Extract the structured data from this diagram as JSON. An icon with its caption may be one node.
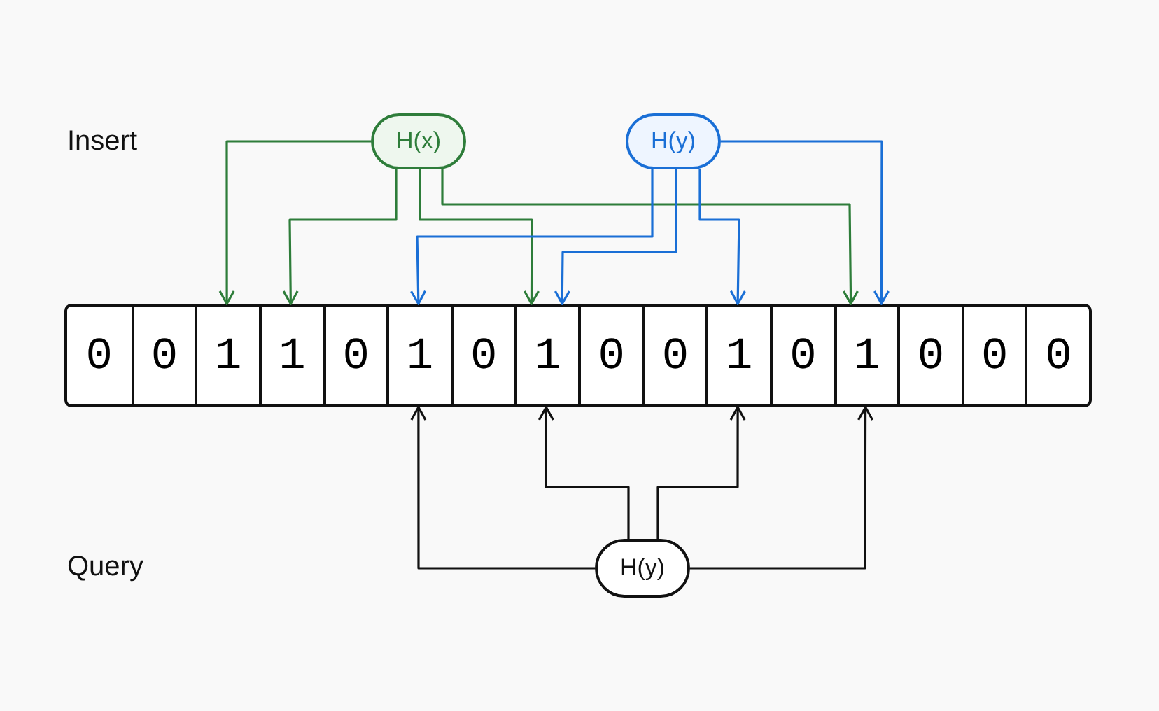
{
  "diagram": {
    "nodes": [
      {
        "text": [
          "H(x)"
        ]
      },
      {
        "text": [
          "H(y)"
        ]
      },
      {
        "text": [
          "0"
        ]
      },
      {
        "text": [
          "0"
        ]
      },
      {
        "text": [
          "1"
        ]
      },
      {
        "text": [
          "1"
        ]
      },
      {
        "text": [
          "0"
        ]
      },
      {
        "text": [
          "1"
        ]
      },
      {
        "text": [
          "0"
        ]
      },
      {
        "text": [
          "1"
        ]
      },
      {
        "text": [
          "0"
        ]
      },
      {
        "text": [
          "0"
        ]
      },
      {
        "text": [
          "1"
        ]
      },
      {
        "text": [
          "0"
        ]
      },
      {
        "text": [
          "1"
        ]
      },
      {
        "text": [
          "0"
        ]
      },
      {
        "text": [
          "0"
        ]
      },
      {
        "text": [
          "0"
        ]
      },
      {
        "text": [
          "H(y)"
        ]
      }
    ],
    "edges": [
      {
        "from": 0,
        "to": 4,
        "arrow": "to",
        "color": "#2e7d3a"
      },
      {
        "from": 0,
        "to": 5,
        "arrow": "to",
        "color": "#2e7d3a"
      },
      {
        "from": 0,
        "to": 9,
        "arrow": "to",
        "color": "#2e7d3a"
      },
      {
        "from": 0,
        "to": 14,
        "arrow": "to",
        "color": "#2e7d3a"
      },
      {
        "from": 1,
        "to": 7,
        "arrow": "to",
        "color": "#1a6fd6"
      },
      {
        "from": 1,
        "to": 9,
        "arrow": "to",
        "color": "#1a6fd6"
      },
      {
        "from": 1,
        "to": 12,
        "arrow": "to",
        "color": "#1a6fd6"
      },
      {
        "from": 1,
        "to": 14,
        "arrow": "to",
        "color": "#1a6fd6"
      },
      {
        "from": 18,
        "to": 7,
        "arrow": "to",
        "color": "#111111"
      },
      {
        "from": 18,
        "to": 9,
        "arrow": "to",
        "color": "#111111"
      },
      {
        "from": 18,
        "to": 12,
        "arrow": "to",
        "color": "#111111"
      },
      {
        "from": 18,
        "to": 14,
        "arrow": "to",
        "color": "#111111"
      }
    ],
    "labels": [
      "Insert",
      "Query"
    ]
  }
}
